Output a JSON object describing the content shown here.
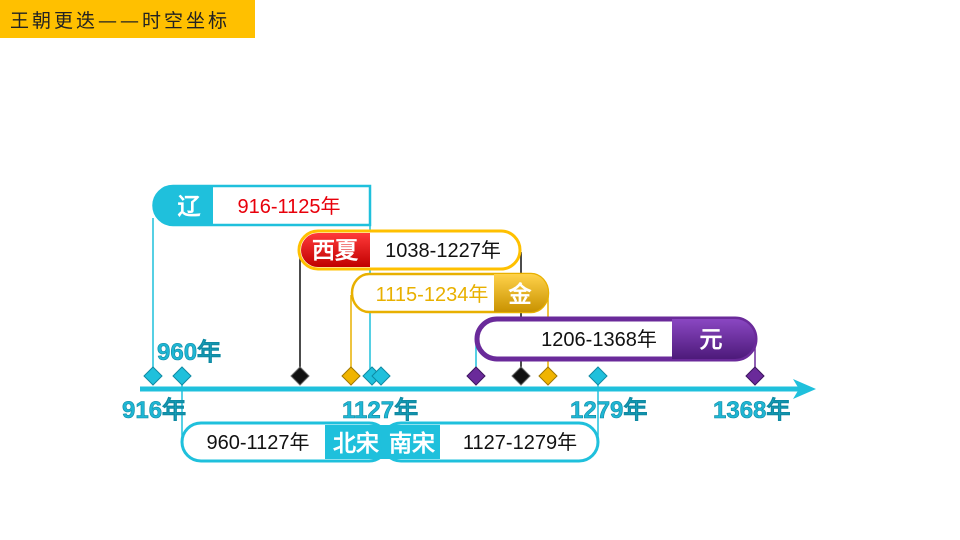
{
  "title": "王朝更迭——时空坐标",
  "dynasties": {
    "liao": {
      "name": "辽",
      "years": "916-1125年"
    },
    "xixia": {
      "name": "西夏",
      "years": "1038-1227年"
    },
    "jin": {
      "name": "金",
      "years": "1115-1234年"
    },
    "yuan": {
      "name": "元",
      "years": "1206-1368年"
    },
    "beisong": {
      "name": "北宋",
      "years": "960-1127年"
    },
    "nansong": {
      "name": "南宋",
      "years": "1127-1279年"
    }
  },
  "axis_labels": {
    "y916": "916年",
    "y960": "960年",
    "y1127": "1127年",
    "y1279": "1279年",
    "y1368": "1368年"
  },
  "colors": {
    "title_bg": "#ffc000",
    "liao": "#1fc0dc",
    "xixia": "#e8000b",
    "jin": "#e8b000",
    "yuan": "#6a2a9a",
    "song": "#1fc0dc",
    "axis": "#1fc0dc",
    "connector_dark": "#111111"
  }
}
